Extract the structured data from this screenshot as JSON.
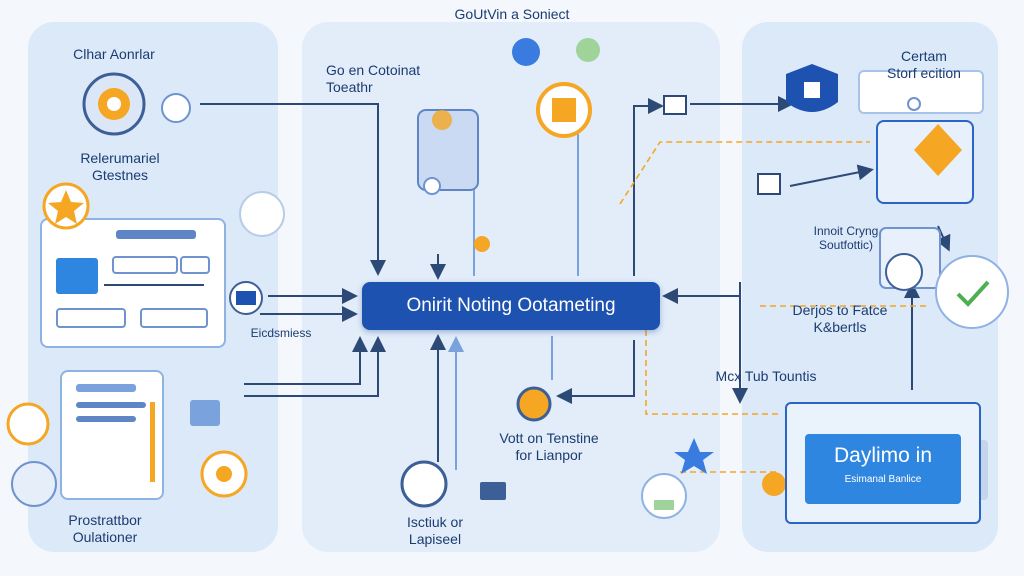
{
  "labels": {
    "top_title": "GoUtVin a Soniect",
    "left_top": "Clhar Aonrlar",
    "left_mid": "Relerumariel\nGtestnes",
    "left_bottom": "Prostrattbor\nOulationer",
    "left_email": "Eicdsmiess",
    "center_top": "Go en Cotoinat\nToeathr",
    "center_mid": "Vott on Tenstine\nfor Lianpor",
    "center_bottom": "Isctiuk or\nLapiseel",
    "right_top": "Certam\nStorf ecition",
    "right_mid": "Innoit Cryng\nSoutfottic)",
    "right_mid2": "Derjos to Fatce\nK&bertls",
    "right_low": "Mcx Tub Tountis"
  },
  "hub": {
    "label": "Onirit Noting Ootameting"
  },
  "badge": {
    "title": "Daylimo in",
    "subtitle": "Esimanal Banlice"
  },
  "colors": {
    "primary": "#1d52b0",
    "accent": "#f5a623",
    "panel": "#dce9f8",
    "arrow": "#2d4a77"
  }
}
